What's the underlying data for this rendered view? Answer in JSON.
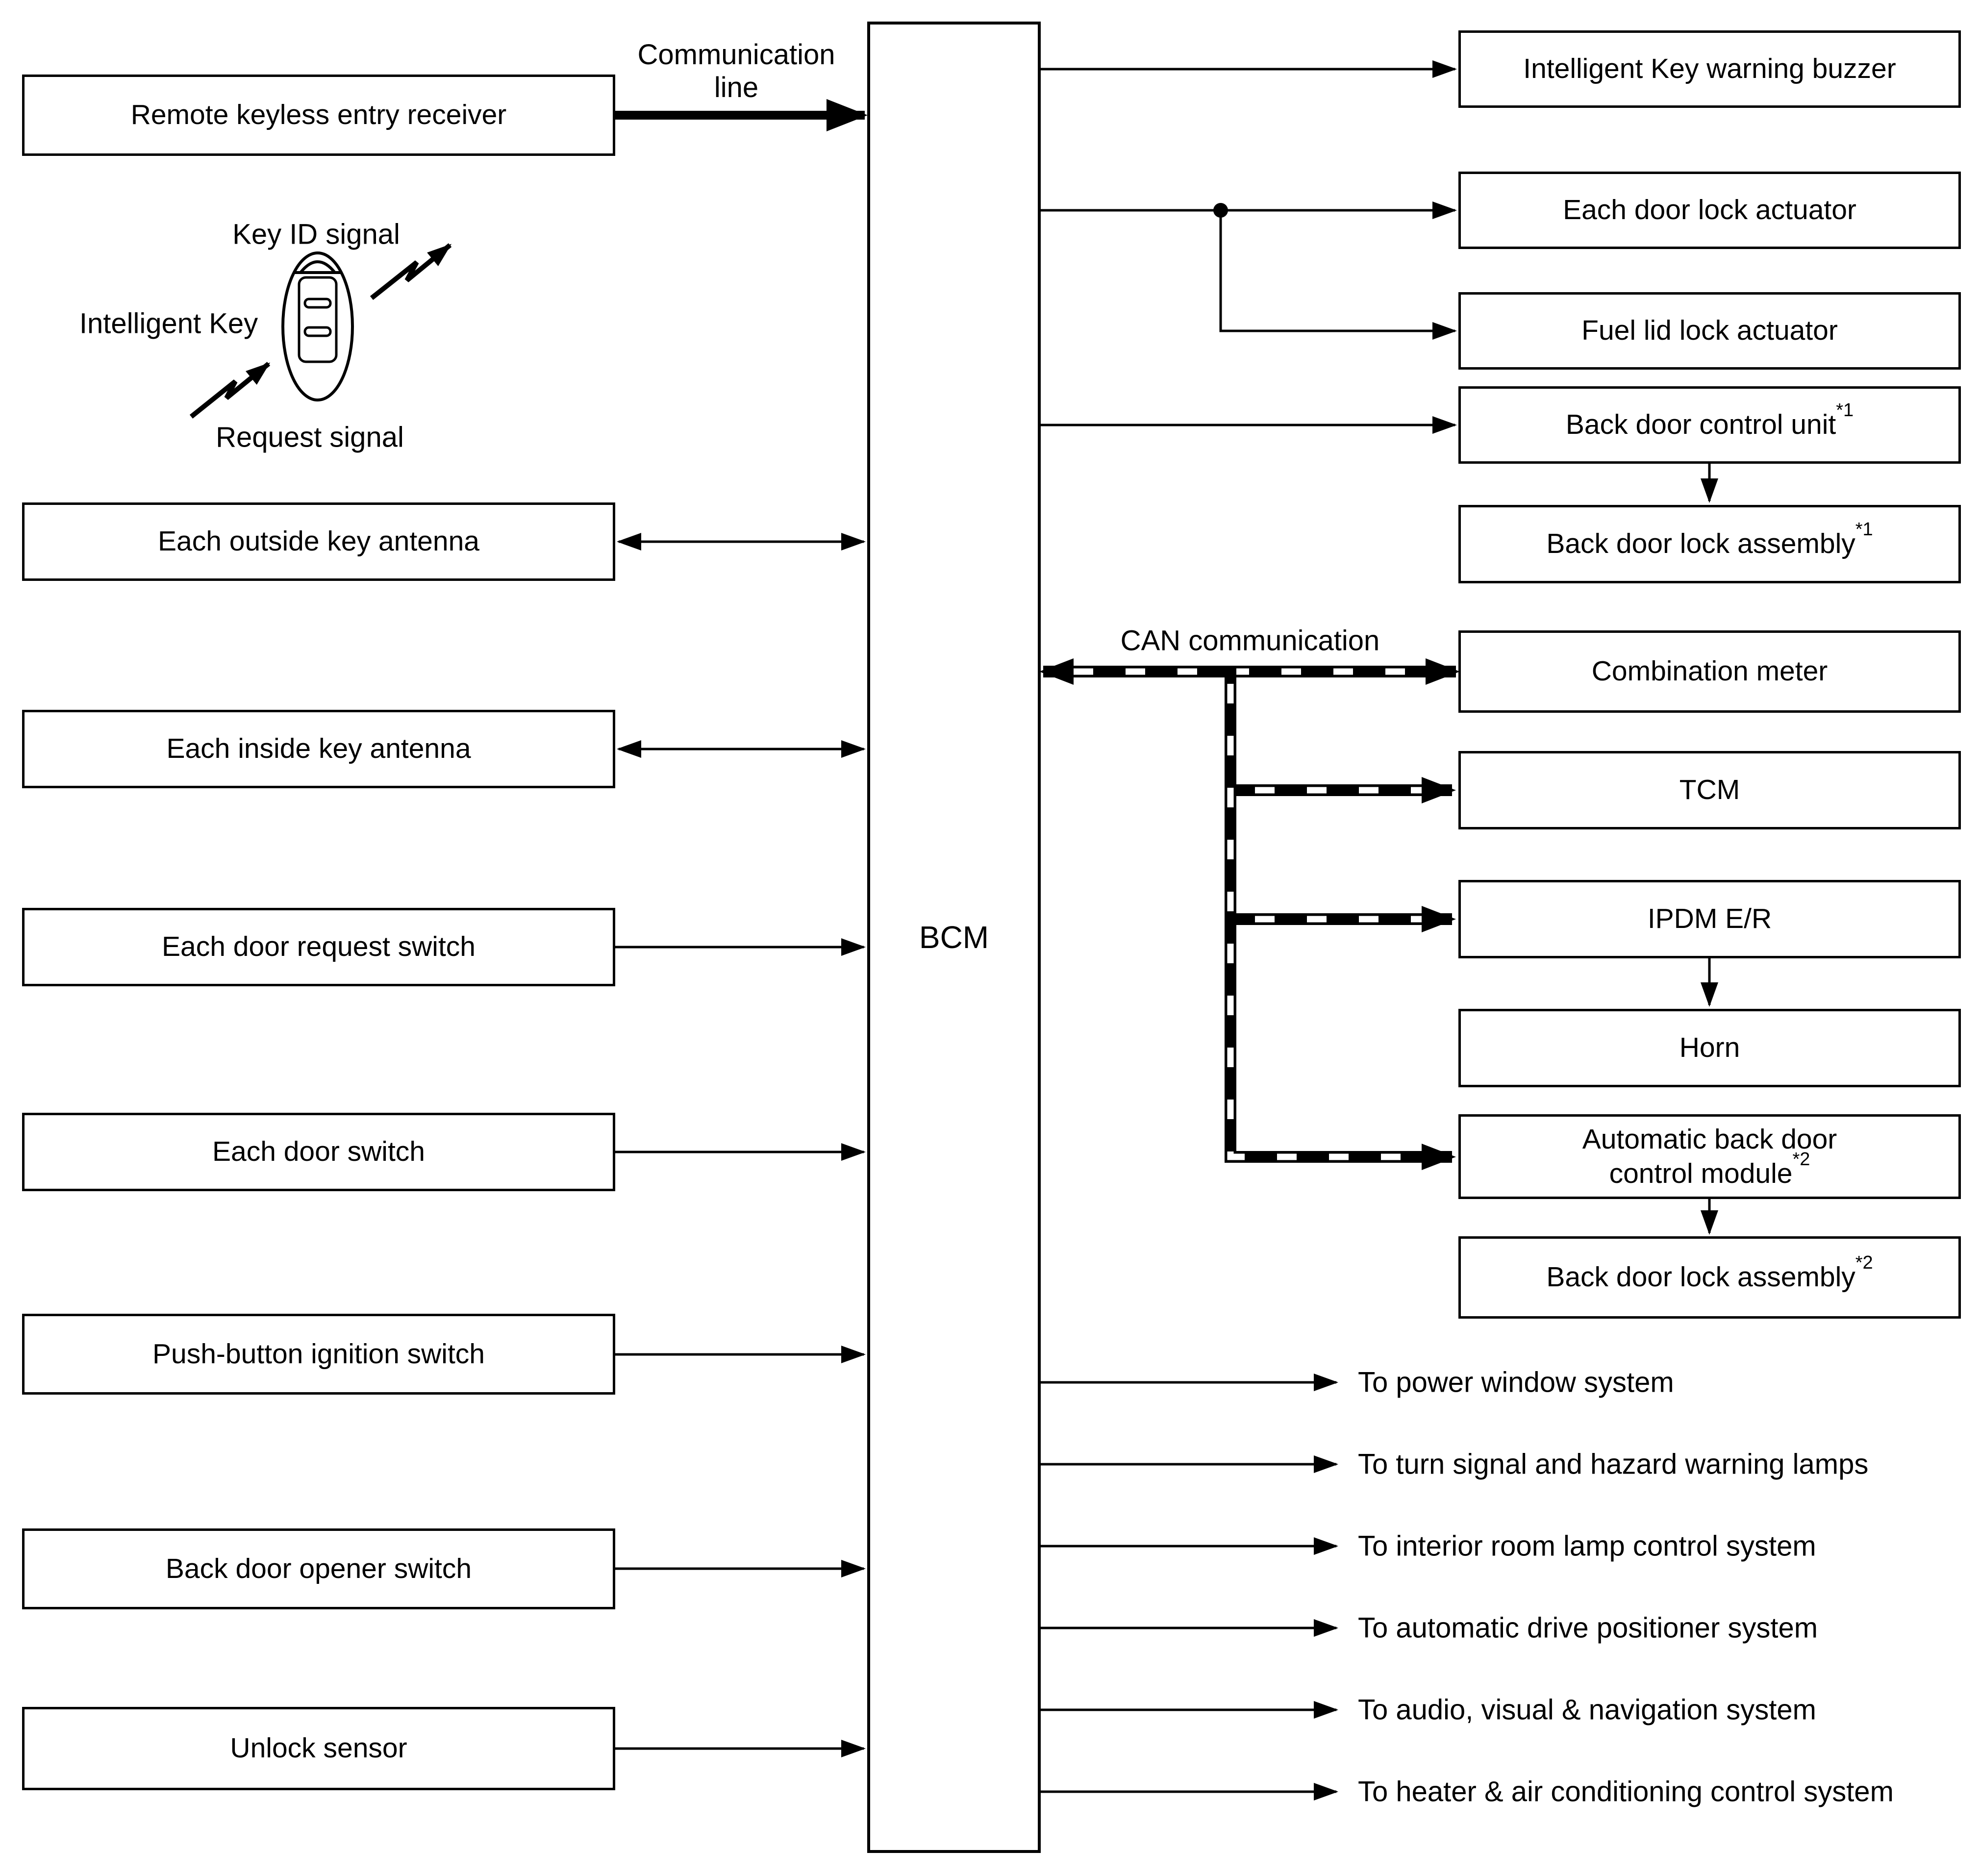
{
  "diagram": {
    "colors": {
      "line": "#000000",
      "background": "#ffffff",
      "text": "#000000"
    },
    "bcm": {
      "label": "BCM"
    },
    "communication_line_label": "Communication\nline",
    "can_label": "CAN communication",
    "intelligent_key": {
      "name_label": "Intelligent Key",
      "key_id_label": "Key ID signal",
      "request_label": "Request signal"
    },
    "left_boxes": [
      {
        "label": "Remote keyless entry receiver"
      },
      {
        "label": "Each outside key antenna"
      },
      {
        "label": "Each inside key antenna"
      },
      {
        "label": "Each door request switch"
      },
      {
        "label": "Each door switch"
      },
      {
        "label": "Push-button ignition switch"
      },
      {
        "label": "Back door opener switch"
      },
      {
        "label": "Unlock sensor"
      }
    ],
    "right_boxes": [
      {
        "label": "Intelligent Key warning buzzer",
        "sup": ""
      },
      {
        "label": "Each door lock actuator",
        "sup": ""
      },
      {
        "label": "Fuel lid lock actuator",
        "sup": ""
      },
      {
        "label": "Back door control unit",
        "sup": "*1"
      },
      {
        "label": "Back door lock assembly",
        "sup": "*1"
      },
      {
        "label": "Combination meter",
        "sup": ""
      },
      {
        "label": "TCM",
        "sup": ""
      },
      {
        "label": "IPDM E/R",
        "sup": ""
      },
      {
        "label": "Horn",
        "sup": ""
      },
      {
        "label": "Automatic back door\ncontrol module",
        "sup": "*2"
      },
      {
        "label": "Back door lock assembly",
        "sup": "*2"
      }
    ],
    "to_systems": [
      "To power window system",
      "To turn signal and hazard warning lamps",
      "To interior room lamp control system",
      "To automatic drive positioner system",
      "To audio, visual & navigation system",
      "To heater & air conditioning control system"
    ]
  }
}
